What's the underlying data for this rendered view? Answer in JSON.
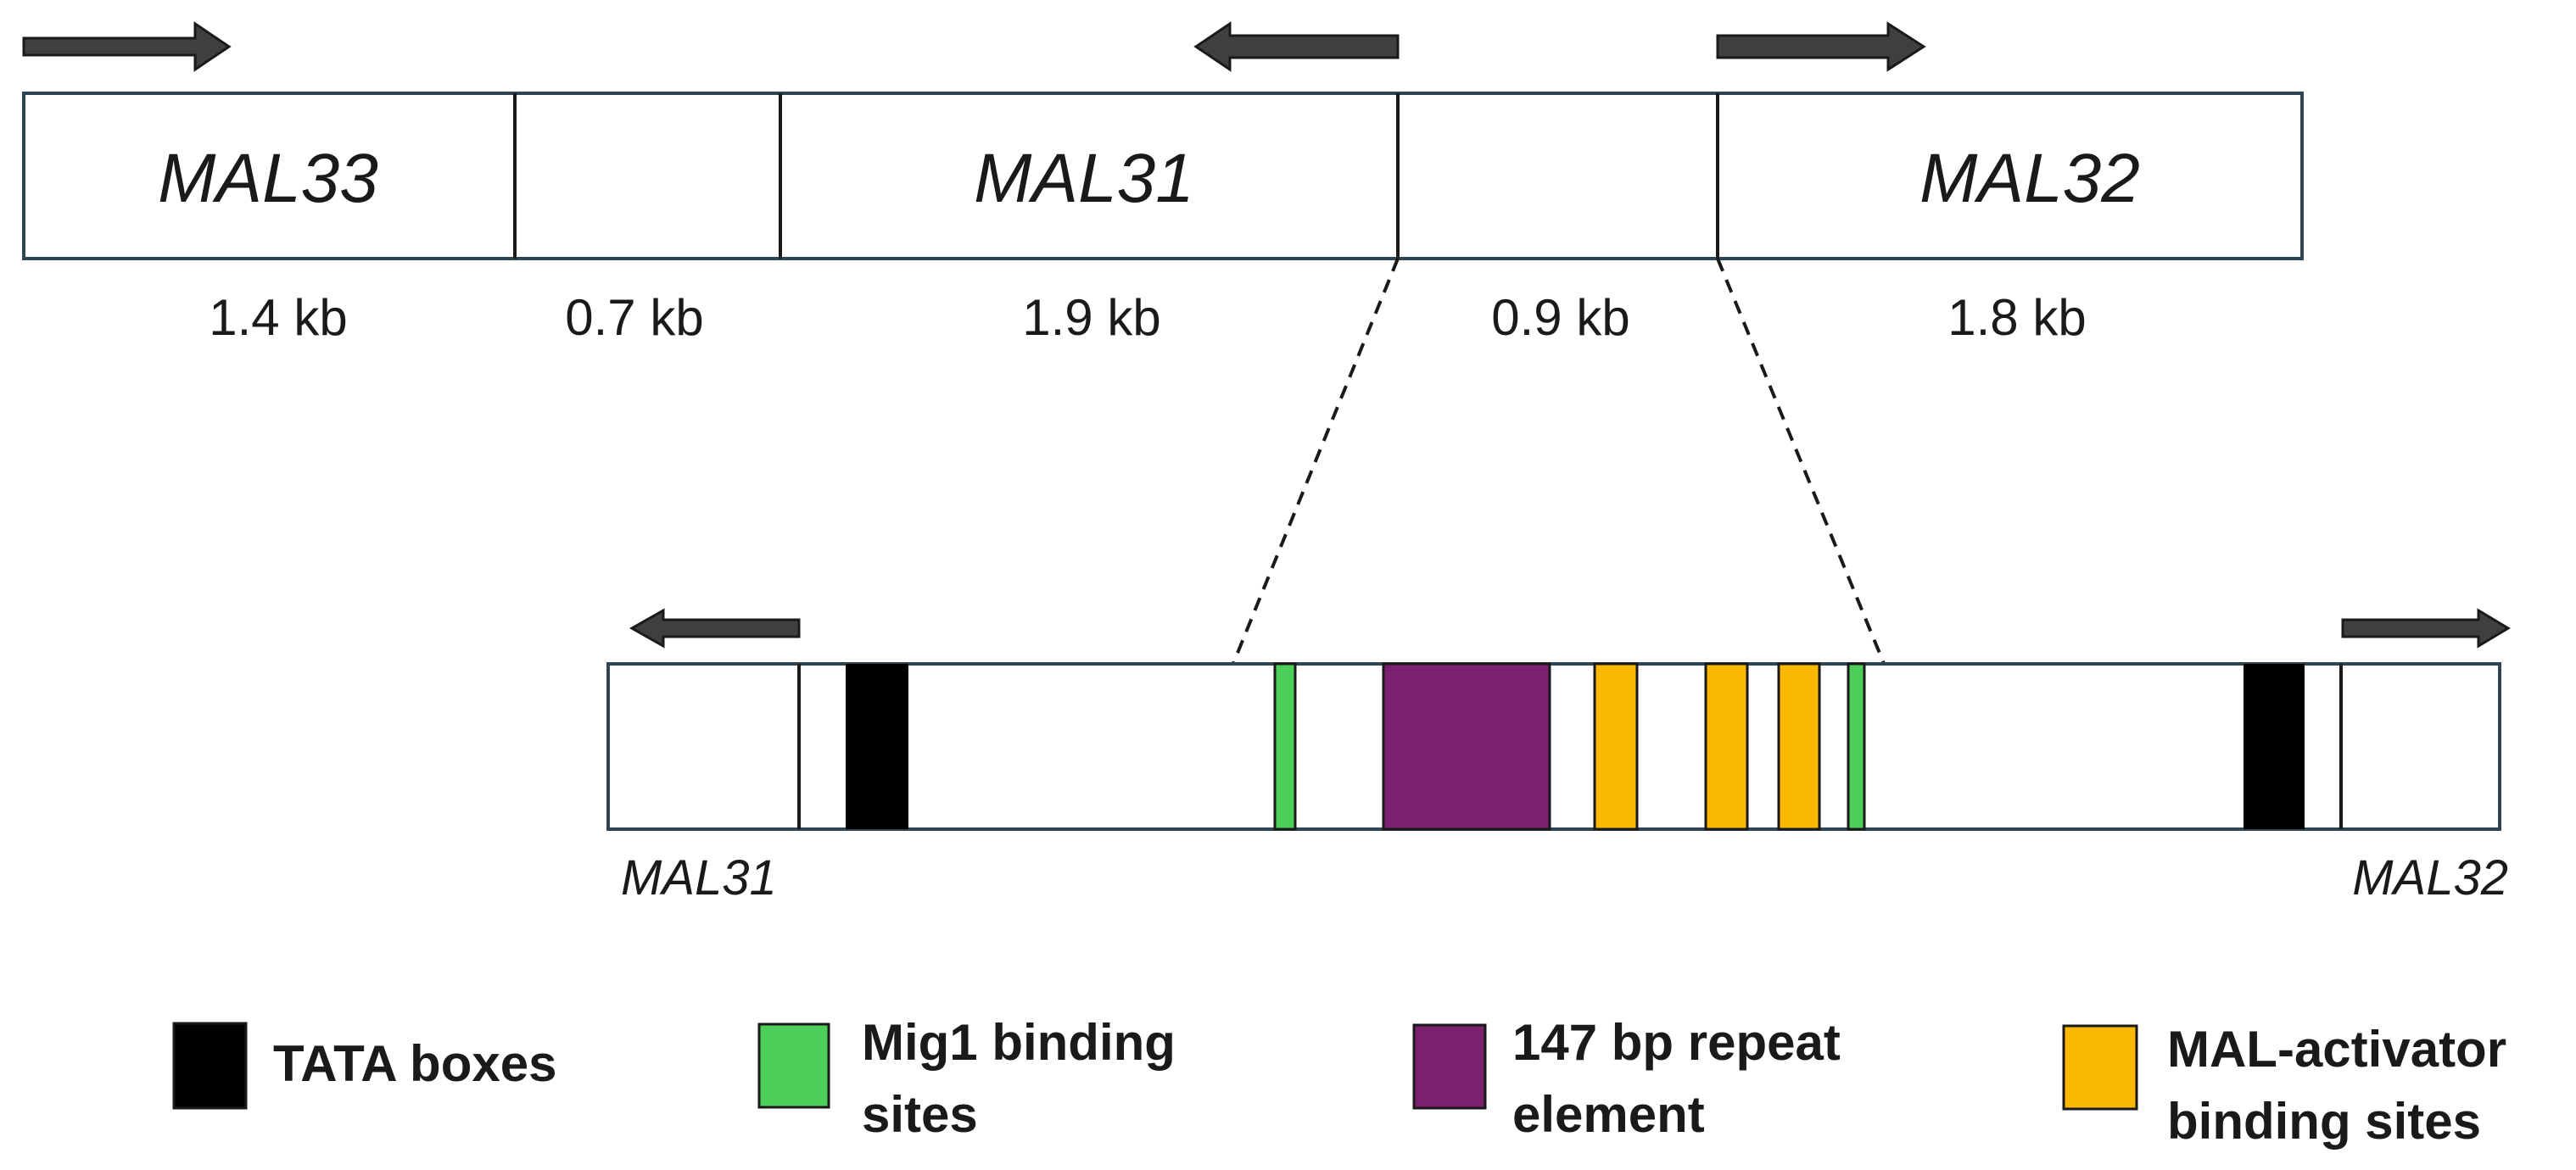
{
  "locus": {
    "genes": [
      {
        "name": "MAL33",
        "direction": "right"
      },
      {
        "name": "MAL31",
        "direction": "left"
      },
      {
        "name": "MAL32",
        "direction": "right"
      }
    ],
    "segment_sizes": [
      "1.4 kb",
      "0.7 kb",
      "1.9 kb",
      "0.9 kb",
      "1.8 kb"
    ]
  },
  "promoter": {
    "left_gene": "MAL31",
    "right_gene": "MAL32"
  },
  "legend": [
    {
      "id": "tata",
      "color": "#000000",
      "lines": [
        "TATA boxes"
      ]
    },
    {
      "id": "mig1",
      "color": "#4ccf58",
      "lines": [
        "Mig1 binding",
        "sites"
      ]
    },
    {
      "id": "repeat",
      "color": "#7b1f6e",
      "lines": [
        "147 bp repeat",
        "element"
      ]
    },
    {
      "id": "mal-activator",
      "color": "#fbb800",
      "lines": [
        "MAL-activator",
        "binding sites"
      ]
    }
  ]
}
